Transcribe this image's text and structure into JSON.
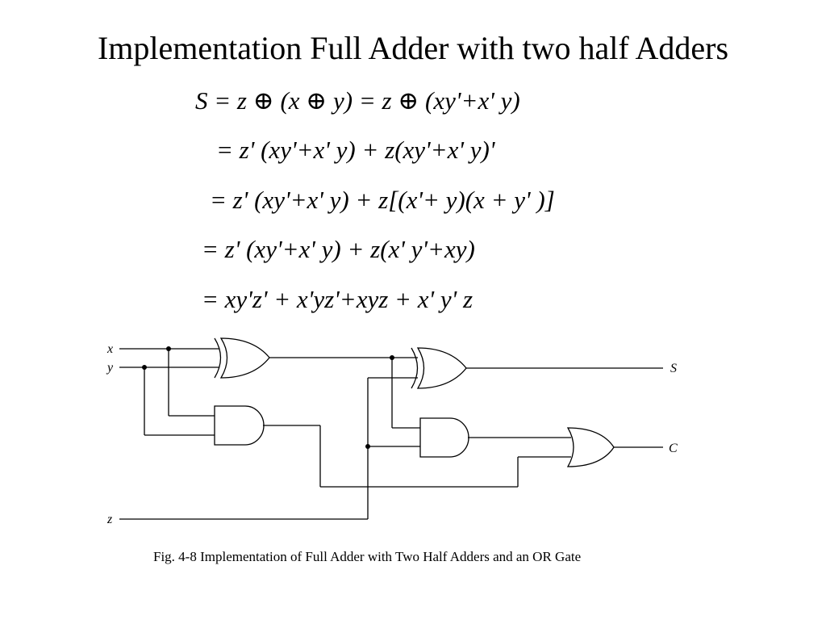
{
  "slide": {
    "title": "Implementation Full Adder with two half Adders",
    "equations": [
      "S = z ⊕ (x ⊕ y) = z ⊕ (xy'+x' y)",
      "= z' (xy'+x' y) + z(xy'+x' y)'",
      "= z' (xy'+x' y) + z[(x'+ y)(x + y' )]",
      "= z' (xy'+x' y) + z(x' y'+xy)",
      "= xy'z' + x'yz'+xyz + x' y' z"
    ]
  },
  "figure": {
    "inputs": {
      "x": "x",
      "y": "y",
      "z": "z"
    },
    "outputs": {
      "s": "S",
      "c": "C"
    },
    "caption": "Fig. 4-8  Implementation of Full Adder with Two Half Adders and an OR Gate"
  }
}
